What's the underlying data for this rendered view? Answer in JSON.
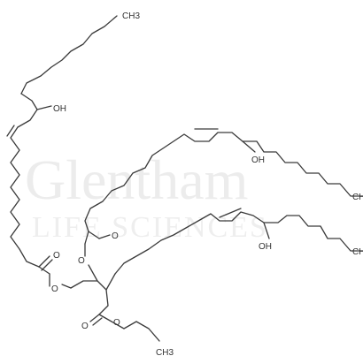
{
  "watermark": {
    "line1": "Glentham",
    "line2": "LIFE SCIENCES"
  },
  "labels": {
    "ch3_top": "CH3",
    "oh_1": "OH",
    "oh_2": "OH",
    "oh_3": "OH",
    "ch3_right_1": "CH",
    "ch3_right_2": "CH",
    "ch3_bottom": "CH3",
    "o_ester_1": "O",
    "o_ester_2": "O",
    "o_carbonyl_1": "O",
    "o_carbonyl_2": "O",
    "o_carbonyl_3": "O",
    "o_ester_3": "O"
  },
  "colors": {
    "bond": "#3a3a3a",
    "label": "#333333",
    "watermark": "#ececec"
  }
}
